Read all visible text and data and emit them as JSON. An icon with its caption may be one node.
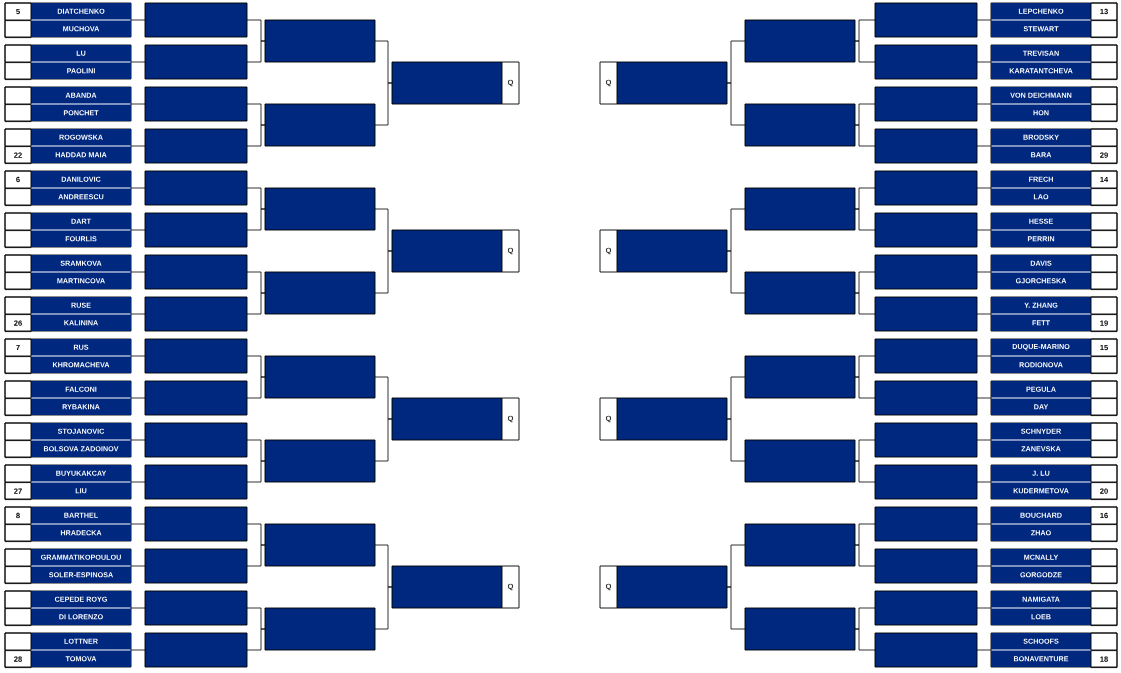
{
  "diagram": {
    "nodes": [
      {
        "text": [],
        "shape": "box"
      },
      {
        "text": [
          "DIATCHENKO"
        ],
        "in": 0,
        "beside": [
          "5"
        ]
      },
      {
        "text": [
          "MUCHOVA"
        ],
        "in": 0
      },
      {
        "text": [],
        "shape": "box"
      },
      {
        "text": [
          "LU"
        ],
        "in": 3
      },
      {
        "text": [
          "PAOLINI"
        ],
        "in": 3
      },
      {
        "text": [],
        "shape": "box"
      },
      {
        "text": [
          "ABANDA"
        ],
        "in": 6
      },
      {
        "text": [
          "PONCHET"
        ],
        "in": 6
      },
      {
        "text": [],
        "shape": "box"
      },
      {
        "text": [
          "ROGOWSKA"
        ],
        "in": 9
      },
      {
        "text": [
          "HADDAD MAIA"
        ],
        "in": 9,
        "beside": [
          "22"
        ]
      },
      {
        "text": [],
        "shape": "box"
      },
      {
        "text": [
          "DANILOVIC"
        ],
        "in": 12,
        "beside": [
          "6"
        ]
      },
      {
        "text": [
          "ANDREESCU"
        ],
        "in": 12
      },
      {
        "text": [],
        "shape": "box"
      },
      {
        "text": [
          "DART"
        ],
        "in": 15
      },
      {
        "text": [
          "FOURLIS"
        ],
        "in": 15
      },
      {
        "text": [],
        "shape": "box"
      },
      {
        "text": [
          "SRAMKOVA"
        ],
        "in": 18
      },
      {
        "text": [
          "MARTINCOVA"
        ],
        "in": 18
      },
      {
        "text": [],
        "shape": "box"
      },
      {
        "text": [
          "RUSE"
        ],
        "in": 21
      },
      {
        "text": [
          "KALININA"
        ],
        "in": 21,
        "beside": [
          "26"
        ]
      },
      {
        "text": [],
        "shape": "box"
      },
      {
        "text": [
          "RUS"
        ],
        "in": 24,
        "beside": [
          "7"
        ]
      },
      {
        "text": [
          "KHROMACHEVA"
        ],
        "in": 24
      },
      {
        "text": [],
        "shape": "box"
      },
      {
        "text": [
          "FALCONI"
        ],
        "in": 27
      },
      {
        "text": [
          "RYBAKINA"
        ],
        "in": 27
      },
      {
        "text": [],
        "shape": "box"
      },
      {
        "text": [
          "STOJANOVIC"
        ],
        "in": 30
      },
      {
        "text": [
          "BOLSOVA ZADOINOV"
        ],
        "in": 30
      },
      {
        "text": [],
        "shape": "box"
      },
      {
        "text": [
          "BUYUKAKCAY"
        ],
        "in": 33
      },
      {
        "text": [
          "LIU"
        ],
        "in": 33,
        "beside": [
          "27"
        ]
      },
      {
        "text": [],
        "shape": "box"
      },
      {
        "text": [
          "BARTHEL"
        ],
        "in": 36,
        "beside": [
          "8"
        ]
      },
      {
        "text": [
          "HRADECKA"
        ],
        "in": 36
      },
      {
        "text": [],
        "shape": "box"
      },
      {
        "text": [
          "GRAMMATIKOPOULOU"
        ],
        "in": 39
      },
      {
        "text": [
          "SOLER-ESPINOSA"
        ],
        "in": 39
      },
      {
        "text": [],
        "shape": "box"
      },
      {
        "text": [
          "CEPEDE ROYG"
        ],
        "in": 42
      },
      {
        "text": [
          "DI LORENZO"
        ],
        "in": 42
      },
      {
        "text": [],
        "shape": "box"
      },
      {
        "text": [
          "LOTTNER"
        ],
        "in": 45
      },
      {
        "text": [
          "TOMOVA"
        ],
        "in": 45,
        "beside": [
          "28"
        ]
      },
      {
        "text": [],
        "shape": "box"
      },
      {
        "text": [],
        "shape": "box"
      },
      {
        "text": [],
        "shape": "box"
      },
      {
        "text": [],
        "shape": "box"
      },
      {
        "text": [],
        "shape": "box"
      },
      {
        "text": [],
        "shape": "box"
      },
      {
        "text": [],
        "shape": "box"
      },
      {
        "text": [],
        "shape": "box"
      },
      {
        "text": [],
        "shape": "box"
      },
      {
        "text": [],
        "shape": "box"
      },
      {
        "text": [],
        "shape": "box"
      },
      {
        "text": [],
        "shape": "box"
      },
      {
        "text": [],
        "shape": "box"
      },
      {
        "text": [],
        "shape": "box"
      },
      {
        "text": [],
        "shape": "box"
      },
      {
        "text": [],
        "shape": "box"
      },
      {
        "text": [],
        "shape": "box"
      },
      {
        "text": [],
        "shape": "box"
      },
      {
        "text": [],
        "shape": "box"
      },
      {
        "text": [],
        "shape": "box"
      },
      {
        "text": [],
        "shape": "box"
      },
      {
        "text": [],
        "shape": "box"
      },
      {
        "text": [],
        "shape": "box"
      },
      {
        "text": [],
        "shape": "box"
      },
      {
        "text": [
          "Q"
        ]
      },
      {
        "text": [
          "Q"
        ]
      },
      {
        "text": [
          "Q"
        ]
      },
      {
        "text": [
          "Q"
        ]
      },
      {
        "text": [],
        "shape": "box"
      },
      {
        "text": [
          "LEPCHENKO"
        ],
        "in": 76,
        "beside": [
          "13"
        ]
      },
      {
        "text": [
          "STEWART"
        ],
        "in": 76
      },
      {
        "text": [],
        "shape": "box"
      },
      {
        "text": [
          "TREVISAN"
        ],
        "in": 79
      },
      {
        "text": [
          "KARATANTCHEVA"
        ],
        "in": 79
      },
      {
        "text": [],
        "shape": "box"
      },
      {
        "text": [
          "VON DEICHMANN"
        ],
        "in": 82
      },
      {
        "text": [
          "HON"
        ],
        "in": 82
      },
      {
        "text": [],
        "shape": "box"
      },
      {
        "text": [
          "BRODSKY"
        ],
        "in": 85
      },
      {
        "text": [
          "BARA"
        ],
        "in": 85,
        "beside": [
          "29"
        ]
      },
      {
        "text": [],
        "shape": "box"
      },
      {
        "text": [
          "FRECH"
        ],
        "in": 88,
        "beside": [
          "14"
        ]
      },
      {
        "text": [
          "LAO"
        ],
        "in": 88
      },
      {
        "text": [],
        "shape": "box"
      },
      {
        "text": [
          "HESSE"
        ],
        "in": 91
      },
      {
        "text": [
          "PERRIN"
        ],
        "in": 91
      },
      {
        "text": [],
        "shape": "box"
      },
      {
        "text": [
          "DAVIS"
        ],
        "in": 94
      },
      {
        "text": [
          "GJORCHESKA"
        ],
        "in": 94
      },
      {
        "text": [],
        "shape": "box"
      },
      {
        "text": [
          "Y. ZHANG"
        ],
        "in": 97
      },
      {
        "text": [
          "FETT"
        ],
        "in": 97,
        "beside": [
          "19"
        ]
      },
      {
        "text": [],
        "shape": "box"
      },
      {
        "text": [
          "DUQUE-MARINO"
        ],
        "in": 100,
        "beside": [
          "15"
        ]
      },
      {
        "text": [
          "RODIONOVA"
        ],
        "in": 100
      },
      {
        "text": [],
        "shape": "box"
      },
      {
        "text": [
          "PEGULA"
        ],
        "in": 103
      },
      {
        "text": [
          "DAY"
        ],
        "in": 103
      },
      {
        "text": [],
        "shape": "box"
      },
      {
        "text": [
          "SCHNYDER"
        ],
        "in": 106
      },
      {
        "text": [
          "ZANEVSKA"
        ],
        "in": 106
      },
      {
        "text": [],
        "shape": "box"
      },
      {
        "text": [
          "J. LU"
        ],
        "in": 109
      },
      {
        "text": [
          "KUDERMETOVA"
        ],
        "in": 109,
        "beside": [
          "20"
        ]
      },
      {
        "text": [],
        "shape": "box"
      },
      {
        "text": [
          "BOUCHARD"
        ],
        "in": 112,
        "beside": [
          "16"
        ]
      },
      {
        "text": [
          "ZHAO"
        ],
        "in": 112
      },
      {
        "text": [],
        "shape": "box"
      },
      {
        "text": [
          "MCNALLY"
        ],
        "in": 115
      },
      {
        "text": [
          "GORGODZE"
        ],
        "in": 115
      },
      {
        "text": [],
        "shape": "box"
      },
      {
        "text": [
          "NAMIGATA"
        ],
        "in": 118
      },
      {
        "text": [
          "LOEB"
        ],
        "in": 118
      },
      {
        "text": [],
        "shape": "box"
      },
      {
        "text": [
          "SCHOOFS"
        ],
        "in": 121
      },
      {
        "text": [
          "BONAVENTURE"
        ],
        "in": 121,
        "beside": [
          "18"
        ]
      },
      {
        "text": [],
        "shape": "box"
      },
      {
        "text": [],
        "shape": "box"
      },
      {
        "text": [],
        "shape": "box"
      },
      {
        "text": [],
        "shape": "box"
      },
      {
        "text": [],
        "shape": "box"
      },
      {
        "text": [],
        "shape": "box"
      },
      {
        "text": [],
        "shape": "box"
      },
      {
        "text": [],
        "shape": "box"
      },
      {
        "text": [],
        "shape": "box"
      },
      {
        "text": [],
        "shape": "box"
      },
      {
        "text": [],
        "shape": "box"
      },
      {
        "text": [],
        "shape": "box"
      },
      {
        "text": [],
        "shape": "box"
      },
      {
        "text": [],
        "shape": "box"
      },
      {
        "text": [],
        "shape": "box"
      },
      {
        "text": [],
        "shape": "box"
      },
      {
        "text": [],
        "shape": "box"
      },
      {
        "text": [],
        "shape": "box"
      },
      {
        "text": [],
        "shape": "box"
      },
      {
        "text": [],
        "shape": "box"
      },
      {
        "text": [],
        "shape": "box"
      },
      {
        "text": [],
        "shape": "box"
      },
      {
        "text": [],
        "shape": "box"
      },
      {
        "text": [],
        "shape": "box"
      },
      {
        "text": [
          "Q"
        ]
      },
      {
        "text": [
          "Q"
        ]
      },
      {
        "text": [
          "Q"
        ]
      },
      {
        "text": [
          "Q"
        ]
      }
    ],
    "edges": [
      {
        "from": 0,
        "to": 48,
        "arrow": "none"
      },
      {
        "from": 3,
        "to": 49,
        "arrow": "none"
      },
      {
        "from": 6,
        "to": 50,
        "arrow": "none"
      },
      {
        "from": 9,
        "to": 51,
        "arrow": "none"
      },
      {
        "from": 12,
        "to": 52,
        "arrow": "none"
      },
      {
        "from": 15,
        "to": 53,
        "arrow": "none"
      },
      {
        "from": 18,
        "to": 54,
        "arrow": "none"
      },
      {
        "from": 21,
        "to": 55,
        "arrow": "none"
      },
      {
        "from": 24,
        "to": 56,
        "arrow": "none"
      },
      {
        "from": 27,
        "to": 57,
        "arrow": "none"
      },
      {
        "from": 30,
        "to": 58,
        "arrow": "none"
      },
      {
        "from": 33,
        "to": 59,
        "arrow": "none"
      },
      {
        "from": 36,
        "to": 60,
        "arrow": "none"
      },
      {
        "from": 39,
        "to": 61,
        "arrow": "none"
      },
      {
        "from": 42,
        "to": 62,
        "arrow": "none"
      },
      {
        "from": 45,
        "to": 63,
        "arrow": "none"
      },
      {
        "from": 48,
        "to": 64,
        "arrow": "none"
      },
      {
        "from": 49,
        "to": 64,
        "arrow": "none"
      },
      {
        "from": 50,
        "to": 65,
        "arrow": "none"
      },
      {
        "from": 51,
        "to": 65,
        "arrow": "none"
      },
      {
        "from": 52,
        "to": 66,
        "arrow": "none"
      },
      {
        "from": 53,
        "to": 66,
        "arrow": "none"
      },
      {
        "from": 54,
        "to": 67,
        "arrow": "none"
      },
      {
        "from": 55,
        "to": 67,
        "arrow": "none"
      },
      {
        "from": 56,
        "to": 68,
        "arrow": "none"
      },
      {
        "from": 57,
        "to": 68,
        "arrow": "none"
      },
      {
        "from": 58,
        "to": 69,
        "arrow": "none"
      },
      {
        "from": 59,
        "to": 69,
        "arrow": "none"
      },
      {
        "from": 60,
        "to": 70,
        "arrow": "none"
      },
      {
        "from": 61,
        "to": 70,
        "arrow": "none"
      },
      {
        "from": 62,
        "to": 71,
        "arrow": "none"
      },
      {
        "from": 63,
        "to": 71,
        "arrow": "none"
      },
      {
        "from": 64,
        "to": 72,
        "arrow": "none"
      },
      {
        "from": 65,
        "to": 72,
        "arrow": "none"
      },
      {
        "from": 66,
        "to": 73,
        "arrow": "none"
      },
      {
        "from": 67,
        "to": 73,
        "arrow": "none"
      },
      {
        "from": 68,
        "to": 74,
        "arrow": "none"
      },
      {
        "from": 69,
        "to": 74,
        "arrow": "none"
      },
      {
        "from": 70,
        "to": 75,
        "arrow": "none"
      },
      {
        "from": 71,
        "to": 75,
        "arrow": "none"
      },
      {
        "from": 76,
        "to": 124,
        "arrow": "none"
      },
      {
        "from": 79,
        "to": 125,
        "arrow": "none"
      },
      {
        "from": 82,
        "to": 126,
        "arrow": "none"
      },
      {
        "from": 85,
        "to": 127,
        "arrow": "none"
      },
      {
        "from": 88,
        "to": 128,
        "arrow": "none"
      },
      {
        "from": 91,
        "to": 129,
        "arrow": "none"
      },
      {
        "from": 94,
        "to": 130,
        "arrow": "none"
      },
      {
        "from": 97,
        "to": 131,
        "arrow": "none"
      },
      {
        "from": 100,
        "to": 132,
        "arrow": "none"
      },
      {
        "from": 103,
        "to": 133,
        "arrow": "none"
      },
      {
        "from": 106,
        "to": 134,
        "arrow": "none"
      },
      {
        "from": 109,
        "to": 135,
        "arrow": "none"
      },
      {
        "from": 112,
        "to": 136,
        "arrow": "none"
      },
      {
        "from": 115,
        "to": 137,
        "arrow": "none"
      },
      {
        "from": 118,
        "to": 138,
        "arrow": "none"
      },
      {
        "from": 121,
        "to": 139,
        "arrow": "none"
      },
      {
        "from": 124,
        "to": 140,
        "arrow": "none"
      },
      {
        "from": 125,
        "to": 140,
        "arrow": "none"
      },
      {
        "from": 126,
        "to": 141,
        "arrow": "none"
      },
      {
        "from": 127,
        "to": 141,
        "arrow": "none"
      },
      {
        "from": 128,
        "to": 142,
        "arrow": "none"
      },
      {
        "from": 129,
        "to": 142,
        "arrow": "none"
      },
      {
        "from": 130,
        "to": 143,
        "arrow": "none"
      },
      {
        "from": 131,
        "to": 143,
        "arrow": "none"
      },
      {
        "from": 132,
        "to": 144,
        "arrow": "none"
      },
      {
        "from": 133,
        "to": 144,
        "arrow": "none"
      },
      {
        "from": 134,
        "to": 145,
        "arrow": "none"
      },
      {
        "from": 135,
        "to": 145,
        "arrow": "none"
      },
      {
        "from": 136,
        "to": 146,
        "arrow": "none"
      },
      {
        "from": 137,
        "to": 146,
        "arrow": "none"
      },
      {
        "from": 138,
        "to": 147,
        "arrow": "none"
      },
      {
        "from": 139,
        "to": 147,
        "arrow": "none"
      },
      {
        "from": 140,
        "to": 148,
        "arrow": "none"
      },
      {
        "from": 141,
        "to": 148,
        "arrow": "none"
      },
      {
        "from": 142,
        "to": 149,
        "arrow": "none"
      },
      {
        "from": 143,
        "to": 149,
        "arrow": "none"
      },
      {
        "from": 144,
        "to": 150,
        "arrow": "none"
      },
      {
        "from": 145,
        "to": 150,
        "arrow": "none"
      },
      {
        "from": 146,
        "to": 151,
        "arrow": "none"
      },
      {
        "from": 147,
        "to": 151,
        "arrow": "none"
      }
    ]
  }
}
